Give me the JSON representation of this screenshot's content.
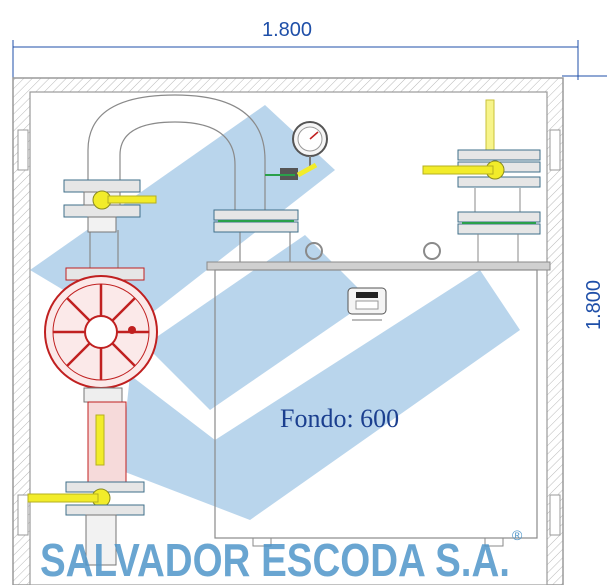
{
  "dimensions": {
    "width_label": "1.800",
    "height_label": "1.800"
  },
  "tank": {
    "depth_label": "Fondo: 600"
  },
  "watermark": {
    "text": "SALVADOR ESCODA S.A.",
    "registered_mark": "®"
  },
  "colors": {
    "dimension": "#1f4fa8",
    "handle": "#f2ec2a",
    "valve_flange": "#3f6f8a",
    "regulator_red": "#d62020",
    "watermark": "#4f95c9"
  }
}
